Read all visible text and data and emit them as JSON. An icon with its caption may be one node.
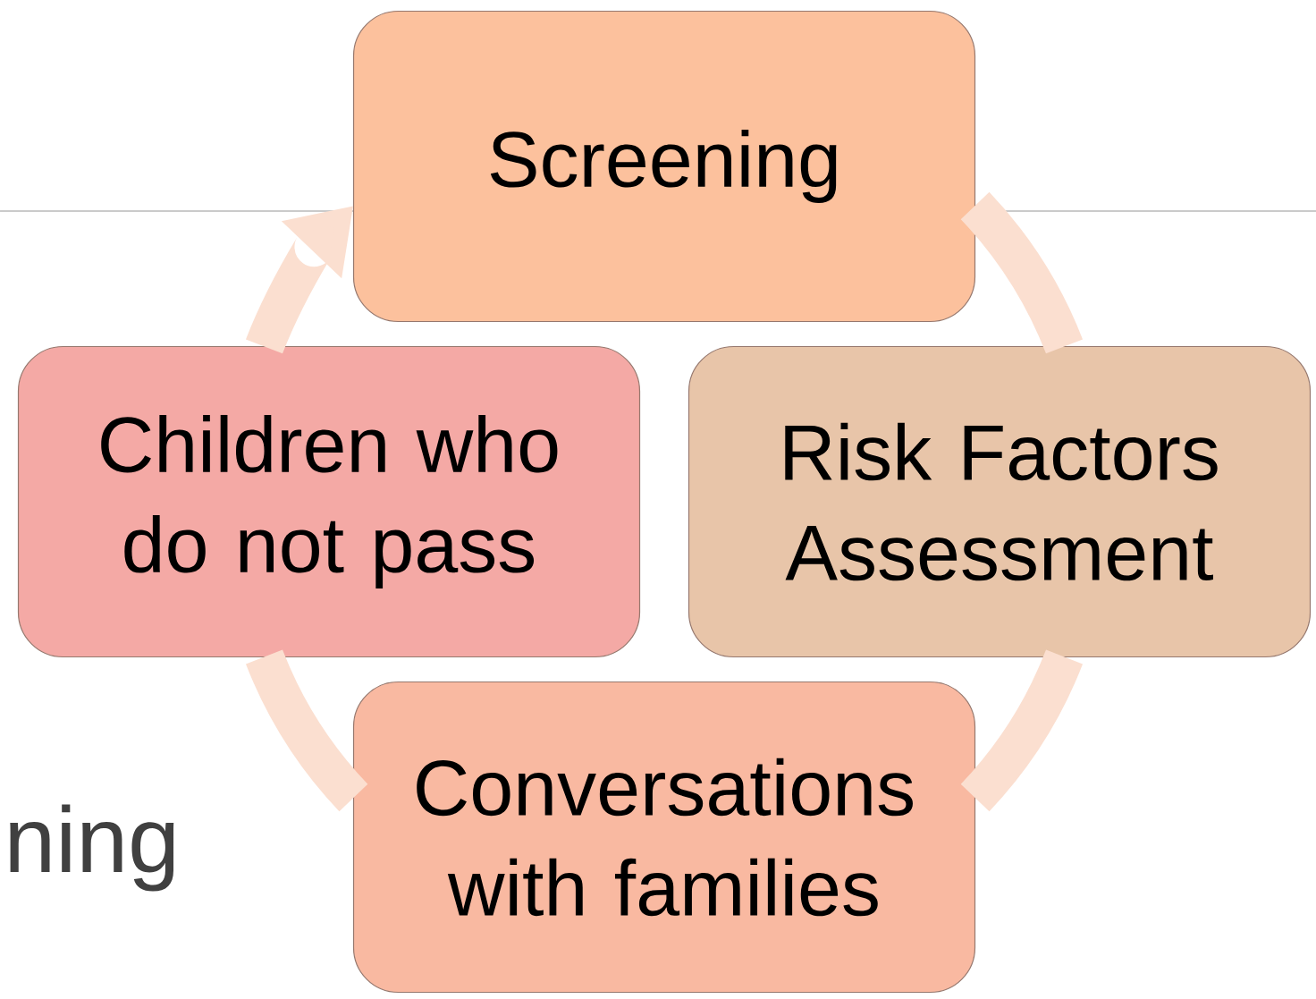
{
  "diagram": {
    "nodes": [
      {
        "text": [
          "Screening"
        ]
      },
      {
        "text": [
          "Risk Factors Assessment"
        ]
      },
      {
        "text": [
          "Conversations with families"
        ]
      },
      {
        "text": [
          "Children who do not pass"
        ]
      }
    ],
    "edges": [
      {
        "from": 0,
        "to": 1,
        "arrow": "none"
      },
      {
        "from": 1,
        "to": 2,
        "arrow": "none"
      },
      {
        "from": 2,
        "to": 3,
        "arrow": "none"
      },
      {
        "from": 3,
        "to": 0,
        "arrow": "to"
      }
    ],
    "labels": [
      "ning"
    ]
  }
}
